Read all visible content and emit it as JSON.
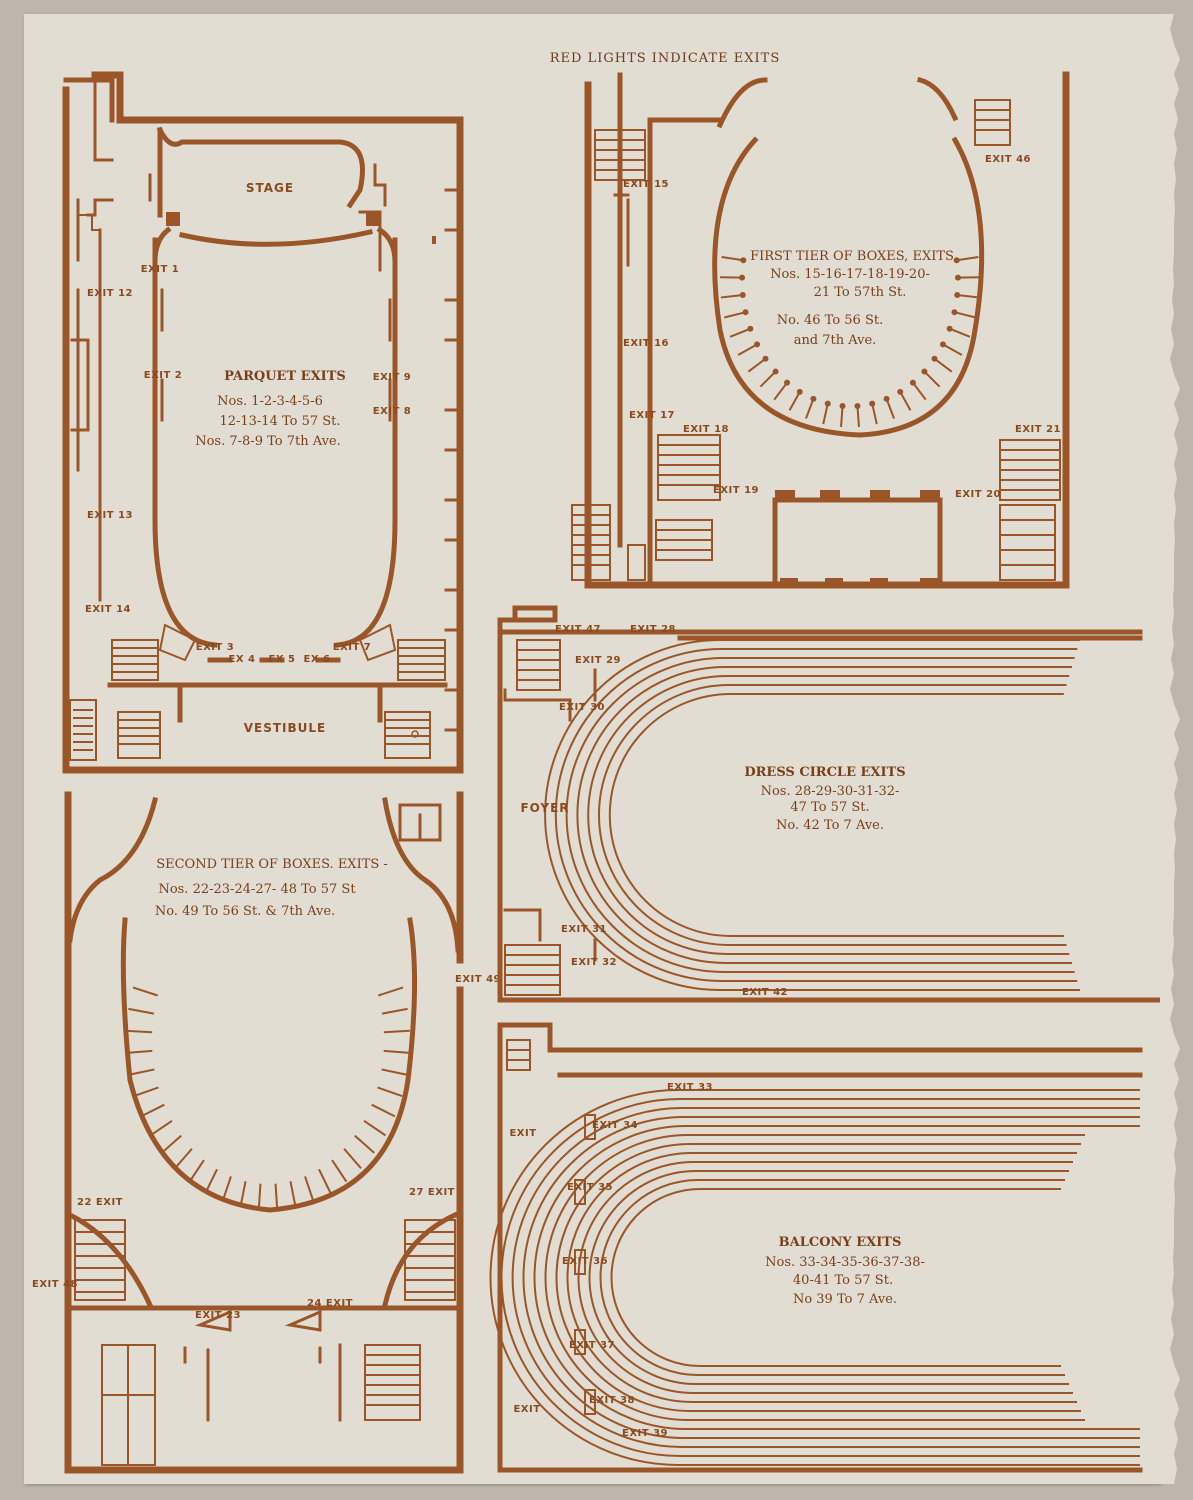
{
  "title": "RED LIGHTS INDICATE EXITS",
  "colors": {
    "ink": "#9a5628",
    "paper": "#e1ddd3",
    "background": "#bdb6a9"
  },
  "parquet": {
    "stage": "STAGE",
    "vestibule": "VESTIBULE",
    "heading": "PARQUET EXITS",
    "line1": "Nos. 1-2-3-4-5-6",
    "line2": "12-13-14 To 57 St.",
    "line3": "Nos. 7-8-9 To 7th Ave.",
    "exits": {
      "e1": "EXIT 1",
      "e2": "EXIT 2",
      "e3": "EXIT 3",
      "e4": "EX 4",
      "e5": "EX 5",
      "e6": "EX 6",
      "e7": "EXIT 7",
      "e8": "EXIT 8",
      "e9": "EXIT 9",
      "e12": "EXIT 12",
      "e13": "EXIT 13",
      "e14": "EXIT 14"
    }
  },
  "first_tier": {
    "heading": "FIRST TIER OF BOXES, EXITS",
    "line1": "Nos. 15-16-17-18-19-20-",
    "line2": "21 To 57th St.",
    "line3": "No. 46 To 56 St.",
    "line4": "and 7th Ave.",
    "exits": {
      "e15": "EXIT 15",
      "e16": "EXIT 16",
      "e17": "EXIT 17",
      "e18": "EXIT 18",
      "e19": "EXIT 19",
      "e20": "EXIT 20",
      "e21": "EXIT 21",
      "e46": "EXIT 46"
    }
  },
  "second_tier": {
    "heading": "SECOND TIER OF BOXES. EXITS -",
    "line1": "Nos. 22-23-24-27- 48 To 57 St",
    "line2": "No. 49 To 56 St. & 7th Ave.",
    "exits": {
      "e22": "22 EXIT",
      "e23": "EXIT 23",
      "e24": "24 EXIT",
      "e27": "27 EXIT",
      "e48": "EXIT 48",
      "e49": "EXIT 49"
    }
  },
  "dress_circle": {
    "foyer": "FOYER",
    "heading": "DRESS CIRCLE EXITS",
    "line1": "Nos. 28-29-30-31-32-",
    "line2": "47 To 57 St.",
    "line3": "No. 42 To 7 Ave.",
    "exits": {
      "e28": "EXIT 28",
      "e29": "EXIT 29",
      "e30": "EXIT 30",
      "e31": "EXIT 31",
      "e32": "EXIT 32",
      "e42": "EXIT 42",
      "e47": "EXIT 47"
    }
  },
  "balcony": {
    "heading": "BALCONY EXITS",
    "line1": "Nos. 33-34-35-36-37-38-",
    "line2": "40-41 To 57 St.",
    "line3": "No 39 To 7 Ave.",
    "exits": {
      "e33": "EXIT 33",
      "e34": "EXIT 34",
      "e35": "EXIT 35",
      "e36": "EXIT 36",
      "e37": "EXIT 37",
      "e38": "EXIT 38",
      "e39": "EXIT 39",
      "e40": "EXIT",
      "e41": "EXIT"
    }
  }
}
